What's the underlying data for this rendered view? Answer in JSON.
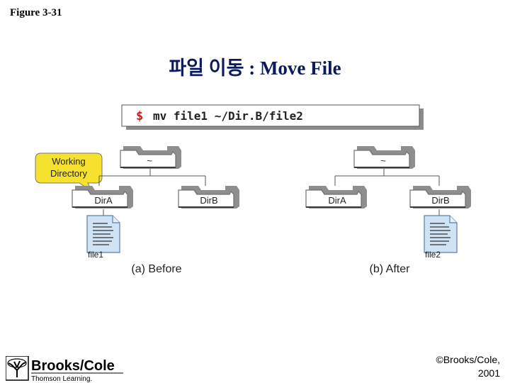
{
  "figure_label": "Figure 3-31",
  "title": "파일 이동 : Move File",
  "command": {
    "prompt": "$",
    "text": "mv file1 ~/Dir.B/file2"
  },
  "callout": {
    "line1": "Working",
    "line2": "Directory"
  },
  "before": {
    "root_label": "~",
    "dirs": [
      "DirA",
      "DirB"
    ],
    "file_label": "file1",
    "caption": "(a) Before"
  },
  "after": {
    "root_label": "~",
    "dirs": [
      "DirA",
      "DirB"
    ],
    "file_label": "file2",
    "caption": "(b) After"
  },
  "logo": {
    "name": "Brooks/Cole",
    "subtitle": "Thomson Learning."
  },
  "copyright": {
    "line1": "©Brooks/Cole,",
    "line2": "2001"
  },
  "colors": {
    "title": "#0b1a5c",
    "prompt": "#d01818",
    "callout": "#f6e22e",
    "file": "#cfe3f5",
    "folder_tab": "#8e8e8e"
  }
}
